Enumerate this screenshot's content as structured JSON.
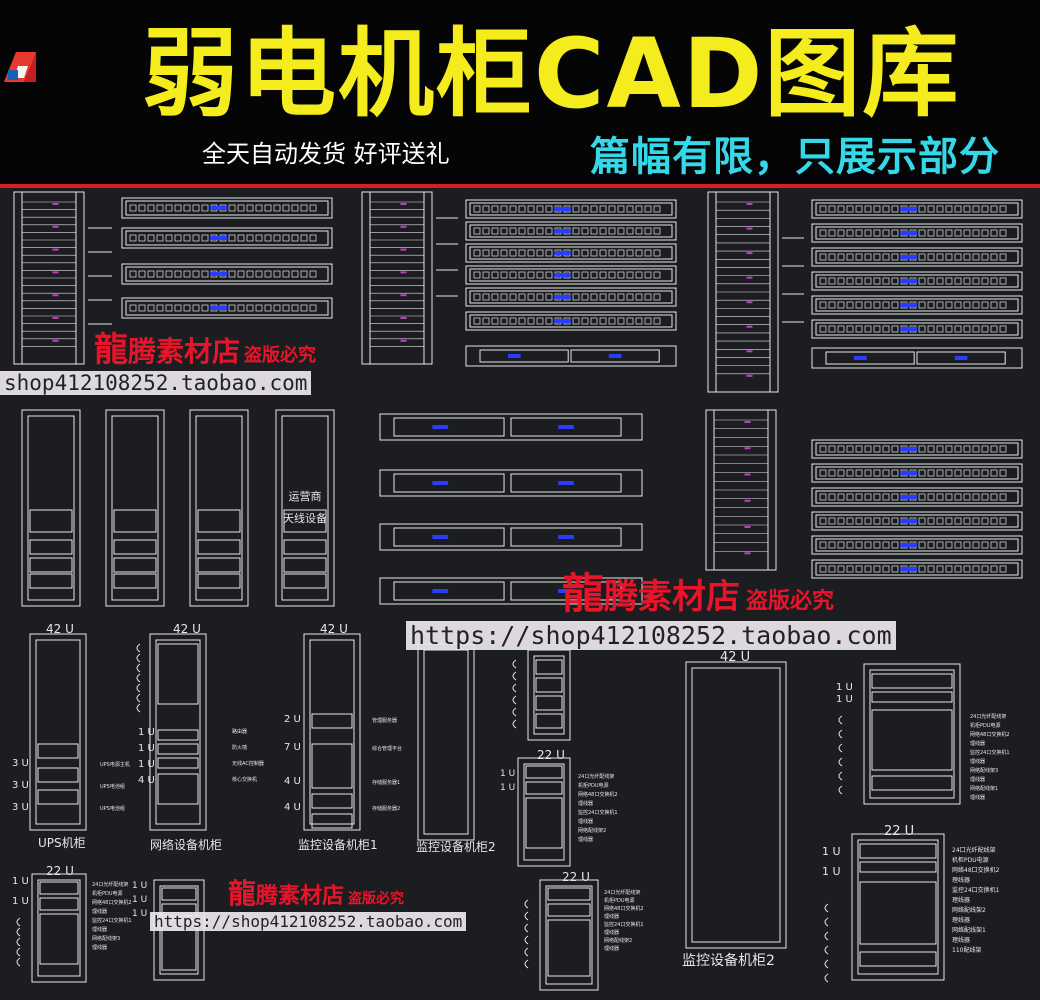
{
  "banner": {
    "title": "弱电机柜CAD图库",
    "subtitle": "全天自动发货  好评送礼",
    "limit_notice": "篇幅有限，只展示部分",
    "app_icon": "autocad-icon"
  },
  "watermark": {
    "long_char": "龍",
    "store_name": "腾素材店",
    "pirate_note": "盗版必究",
    "url": "https://shop412108252.taobao.com",
    "url_short": "shop412108252.taobao.com",
    "color": "#e8152a"
  },
  "rack_front_text": [
    "运营商",
    "天线设备"
  ],
  "cabinets": {
    "ups": {
      "size": "42 U",
      "caption": "UPS机柜",
      "units": [
        "3 U",
        "3 U",
        "3 U"
      ],
      "labels": [
        "UPS电源主机",
        "UPS电池组",
        "UPS电池组"
      ]
    },
    "network": {
      "size": "42 U",
      "caption": "网络设备机柜",
      "units": [
        "1 U",
        "1 U",
        "1 U",
        "4 U"
      ],
      "labels": [
        "路由器",
        "防火墙",
        "无线AC控制器",
        "核心交换机"
      ]
    },
    "monitor1": {
      "size": "42 U",
      "caption": "监控设备机柜1",
      "units": [
        "2 U",
        "7 U",
        "4 U",
        "4 U"
      ],
      "labels": [
        "管理服务器",
        "综合管理平台",
        "存储服务器1",
        "存储服务器2"
      ]
    },
    "monitor2_small": {
      "caption": "监控设备机柜2"
    },
    "monitor2_large": {
      "size": "42 U",
      "caption": "监控设备机柜2"
    },
    "rack22_a": {
      "size": "22 U",
      "units": [
        "1 U",
        "1 U",
        "1 U",
        "1 U",
        "1 U",
        "1 U",
        "1 U"
      ],
      "labels": [
        "24口光纤配线架",
        "机柜PDU电源",
        "网络48口交换机2",
        "理线器",
        "监控24口交换机1",
        "理线器",
        "网络配线架3",
        "理线器",
        "网络配线架1",
        "理线器",
        "110配线架"
      ]
    },
    "rack22_b": {
      "size": "22 U",
      "units": [
        "1 U",
        "1 U"
      ],
      "labels": [
        "24口光纤配线架",
        "机柜PDU电源",
        "网络48口交换机2",
        "理线器",
        "监控24口交换机1",
        "理线器",
        "网络配线架2",
        "理线器",
        "网络配线架1",
        "理线器",
        "110配线架"
      ]
    },
    "rack22_right": {
      "size": "22 U",
      "units": [
        "1 U",
        "1 U"
      ],
      "labels": [
        "24口光纤配线架",
        "机柜PDU电源",
        "网络48口交换机2",
        "理线器",
        "监控24口交换机1",
        "理线器",
        "网络配线架2",
        "理线器",
        "网络配线架1",
        "理线器",
        "110配线架"
      ]
    },
    "rack_top_right": {
      "units": [
        "1 U",
        "1 U"
      ],
      "labels": [
        "24口光纤配线架",
        "机柜PDU电源",
        "网络48口交换机2",
        "理线器",
        "监控24口交换机1",
        "理线器",
        "网络配线架3",
        "理线器",
        "网络配线架1",
        "理线器",
        "110配线架"
      ]
    }
  },
  "colors": {
    "title": "#f4ec1c",
    "limit": "#35d8e8",
    "rule": "#d62020",
    "cad_lines": "#e6e6e6",
    "port_accent": "#2a3cff"
  }
}
